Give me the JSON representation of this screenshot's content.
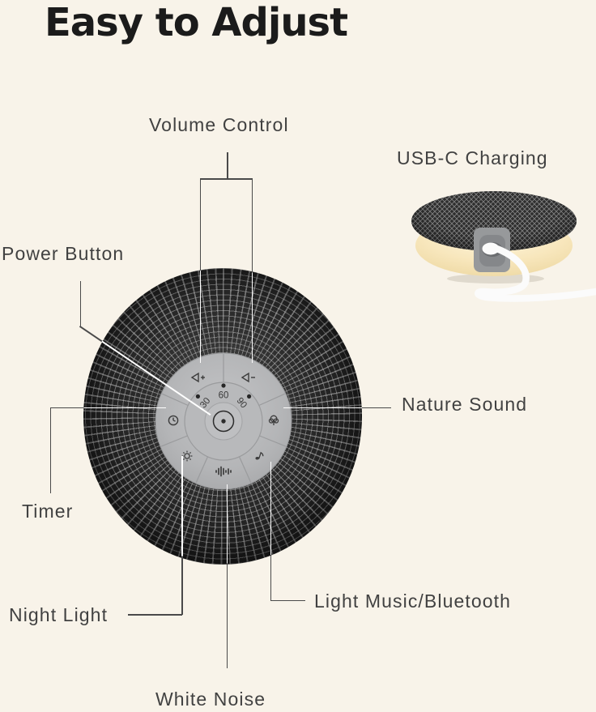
{
  "page": {
    "title": "Easy to Adjust",
    "background": "#f8f3e9"
  },
  "callouts": {
    "volume_control": "Volume Control",
    "usb_c_charging": "USB-C Charging",
    "power_button": "Power Button",
    "nature_sound": "Nature Sound",
    "timer": "Timer",
    "night_light": "Night Light",
    "light_music_bluetooth": "Light Music/Bluetooth",
    "white_noise": "White Noise"
  },
  "control_panel": {
    "timer_marks": [
      "30",
      "60",
      "90"
    ],
    "icons": [
      "volume-up-icon",
      "volume-down-icon",
      "timer-clock-icon",
      "nature-sound-tree-icon",
      "night-light-sun-icon",
      "white-noise-wave-icon",
      "music-note-icon",
      "power-dot-icon"
    ]
  },
  "colors": {
    "background": "#f8f3e9",
    "title_text": "#1b1b1b",
    "label_text": "#414141",
    "line_dark": "#4a4a4a",
    "line_light": "#ffffff",
    "panel_gray": "#b4b5b7",
    "mesh_dark": "#2b2b2b",
    "glow_warm": "#f7e6bd",
    "cable_white": "#fbfbfb"
  }
}
